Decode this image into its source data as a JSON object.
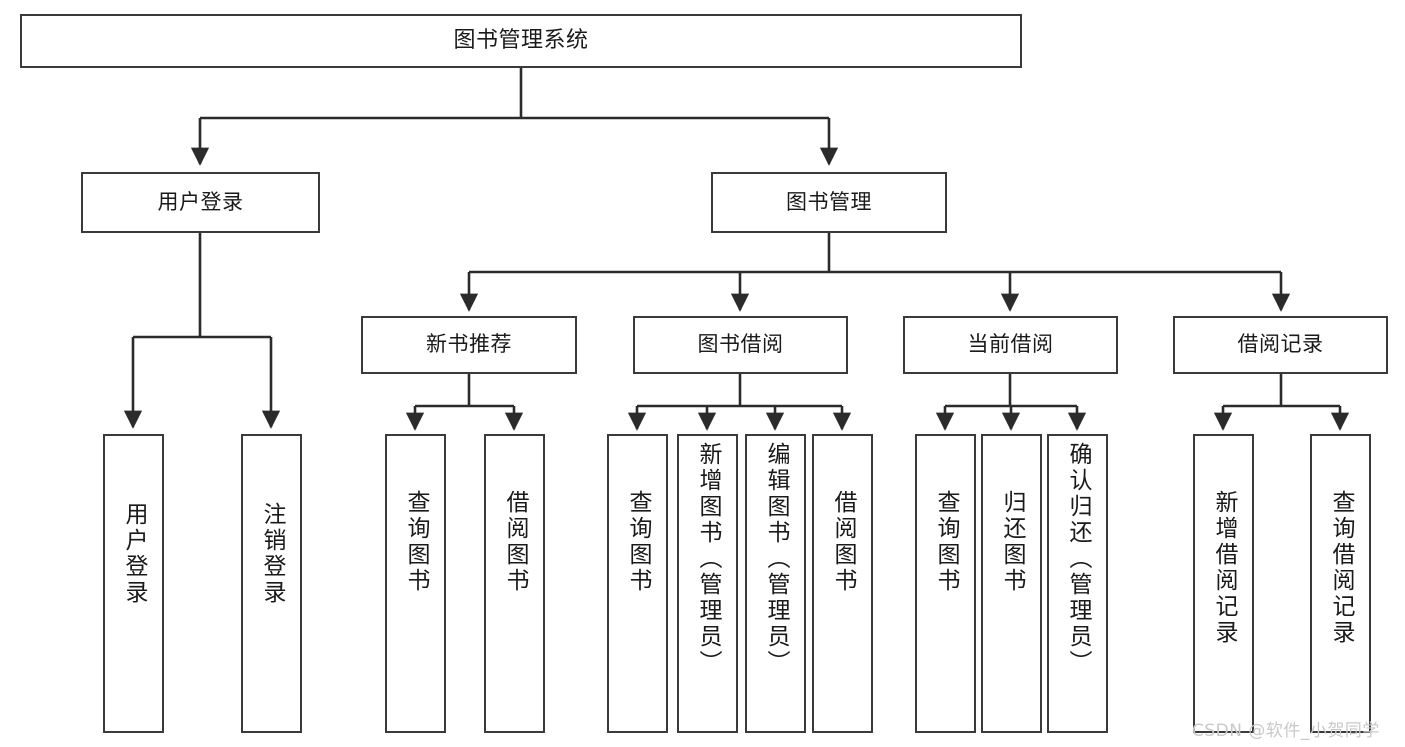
{
  "diagram": {
    "title": "图书管理系统",
    "type": "function-structure-tree",
    "watermark": "CSDN @软件_小贺同学",
    "colors": {
      "background": "#ffffff",
      "border": "#3a3a3a",
      "text": "#1a1a1a",
      "edge": "#2b2b2b",
      "watermark": "#c9c9c9"
    },
    "nodes": {
      "root": {
        "label": "图书管理系统"
      },
      "level1": [
        {
          "label": "用户登录"
        },
        {
          "label": "图书管理"
        }
      ],
      "level2": [
        {
          "label": "新书推荐"
        },
        {
          "label": "图书借阅"
        },
        {
          "label": "当前借阅"
        },
        {
          "label": "借阅记录"
        }
      ],
      "leaves": {
        "user_login": [
          {
            "label": "用户登录"
          },
          {
            "label": "注销登录"
          }
        ],
        "new_book": [
          {
            "label": "查询图书"
          },
          {
            "label": "借阅图书"
          }
        ],
        "book_borrow": [
          {
            "label": "查询图书"
          },
          {
            "label": "新增图书（管理员）"
          },
          {
            "label": "编辑图书（管理员）"
          },
          {
            "label": "借阅图书"
          }
        ],
        "current_borrow": [
          {
            "label": "查询图书"
          },
          {
            "label": "归还图书"
          },
          {
            "label": "确认归还（管理员）"
          }
        ],
        "borrow_record": [
          {
            "label": "新增借阅记录"
          },
          {
            "label": "查询借阅记录"
          }
        ]
      }
    }
  }
}
